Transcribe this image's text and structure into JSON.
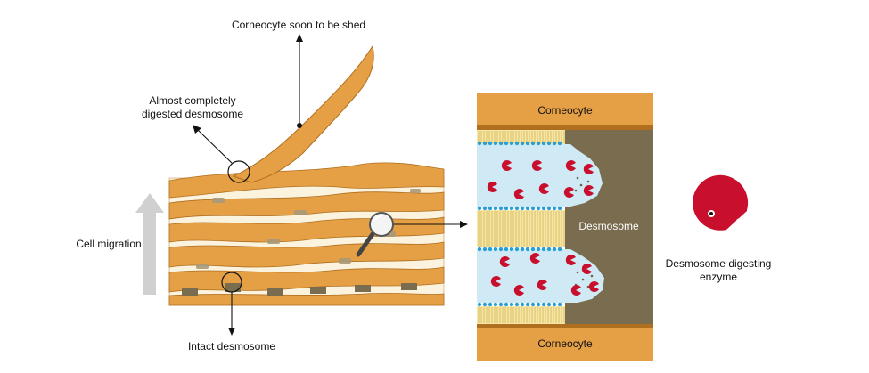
{
  "labels": {
    "shed": "Corneocyte soon to be shed",
    "digested_line1": "Almost completely",
    "digested_line2": "digested desmosome",
    "migration": "Cell migration",
    "intact": "Intact desmosome",
    "corneocyte_top": "Corneocyte",
    "corneocyte_bottom": "Corneocyte",
    "desmosome": "Desmosome",
    "enzyme_line1": "Desmosome digesting",
    "enzyme_line2": "enzyme"
  },
  "colors": {
    "corneocyte": "#E5A046",
    "corneocyte_border": "#B06F1E",
    "lipid": "#FBF3DE",
    "desmosome": "#7A6C4E",
    "fluid": "#CFEAF5",
    "enzyme": "#C8102E",
    "membrane_dot": "#2A9FD6",
    "arrow_gray": "#D0D0D0"
  },
  "icons": {
    "magnifier": "magnifier-icon",
    "enzyme": "pacman-enzyme-icon",
    "migration_arrow": "up-arrow-icon"
  }
}
